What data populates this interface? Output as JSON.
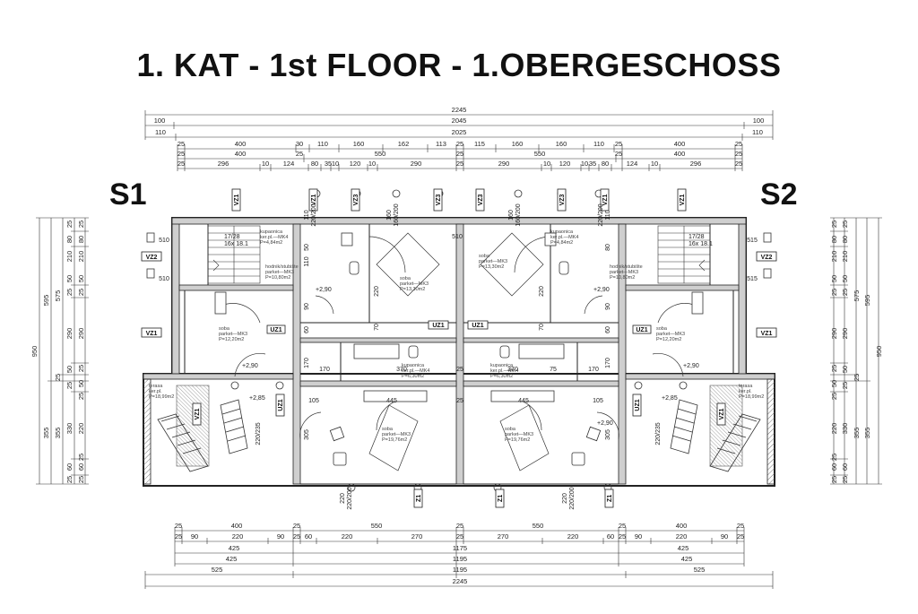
{
  "title": "1. KAT   -  1st FLOOR   -  1.OBERGESCHOSS",
  "units": [
    "S1",
    "S2"
  ],
  "top_dimensions": {
    "row1": [
      "2245"
    ],
    "row2": [
      "100",
      "2045",
      "100"
    ],
    "row3": [
      "110",
      "2025",
      "110"
    ],
    "row4": [
      "25",
      "400",
      "30",
      "110",
      "160",
      "162",
      "113",
      "25",
      "115",
      "160",
      "160",
      "110",
      "25",
      "400",
      "25"
    ],
    "row5": [
      "25",
      "400",
      "25",
      "550",
      "25",
      "550",
      "25",
      "400",
      "25"
    ],
    "row6": [
      "25",
      "296",
      "10",
      "124",
      "80",
      "35",
      "10",
      "120",
      "10",
      "290",
      "25",
      "290",
      "10",
      "120",
      "10",
      "35",
      "80",
      "124",
      "10",
      "296",
      "25"
    ]
  },
  "bottom_dimensions": {
    "row1": [
      "25",
      "400",
      "25",
      "550",
      "25",
      "550",
      "25",
      "400",
      "25"
    ],
    "row2": [
      "25",
      "90",
      "220",
      "90",
      "25",
      "60",
      "220",
      "270",
      "25",
      "270",
      "220",
      "60",
      "25",
      "90",
      "220",
      "90",
      "25"
    ],
    "row3": [
      "425",
      "1175",
      "425"
    ],
    "row4": [
      "425",
      "1195",
      "425"
    ],
    "row5": [
      "525",
      "1195",
      "525"
    ],
    "row6": [
      "2245"
    ]
  },
  "left_dimensions": {
    "outer": "950",
    "col2": [
      "595",
      "355"
    ],
    "col3": [
      "575",
      "25",
      "355"
    ],
    "col4": [
      "25",
      "80",
      "210",
      "50",
      "25",
      "290",
      "50",
      "25",
      "330",
      "60",
      "25"
    ],
    "col5": [
      "25",
      "80",
      "210",
      "50",
      "25",
      "290",
      "25",
      "50",
      "25",
      "220",
      "25",
      "60",
      "25"
    ]
  },
  "right_dimensions": {
    "outer": "950",
    "col2": [
      "595",
      "355"
    ],
    "col3": [
      "575",
      "25",
      "355"
    ],
    "col4": [
      "25",
      "80",
      "210",
      "50",
      "25",
      "290",
      "50",
      "25",
      "330",
      "60",
      "25"
    ],
    "col5": [
      "25",
      "80",
      "210",
      "50",
      "25",
      "290",
      "25",
      "50",
      "25",
      "220",
      "25",
      "60",
      "25"
    ]
  },
  "rooms": {
    "s1_kupaonica_top": [
      "kupaonica",
      "ker.pl.—MK4",
      "P=4,84m2"
    ],
    "s1_hodnik": [
      "hodnik/stubište",
      "parket—MK3",
      "P=10,80m2"
    ],
    "s1_soba_center": [
      "soba",
      "parket—MK3",
      "P=13,30m2"
    ],
    "s1_soba_left": [
      "soba",
      "parket—MK3",
      "P=12,20m2"
    ],
    "s1_kupaonica_mid": [
      "kupaonica",
      "ker.pl.—MK4",
      "P=6,30m2"
    ],
    "s1_soba_bottom": [
      "soba",
      "parket—MK3",
      "P=19,76m2"
    ],
    "s1_terasa": [
      "terasa",
      "ker.pl.",
      "P=18,99m2"
    ],
    "s2_kupaonica_top": [
      "kupaonica",
      "ker.pl.—MK4",
      "P=4,84m2"
    ],
    "s2_hodnik": [
      "hodnik/stubište",
      "parket—MK3",
      "P=10,80m2"
    ],
    "s2_soba_center": [
      "soba",
      "parket—MK3",
      "P=13,30m2"
    ],
    "s2_soba_right": [
      "soba",
      "parket—MK3",
      "P=12,20m2"
    ],
    "s2_kupaonica_mid": [
      "kupaonica",
      "ker.pl.—MK4",
      "P=6,30m2"
    ],
    "s2_soba_bottom": [
      "soba",
      "parket—MK3",
      "P=19,76m2"
    ],
    "s2_terasa": [
      "terasa",
      "ker.pl.",
      "P=18,99m2"
    ]
  },
  "markers": {
    "vz1": "VZ1",
    "vz2": "VZ2",
    "vz3": "VZ3",
    "uz1": "UZ1",
    "z1": "Z1",
    "elev_290": "+2,90",
    "elev_285": "+2,85",
    "stairs": "17/28",
    "stairs_count": "16x 18.1"
  },
  "interior_dims": {
    "d445": "445",
    "d370": "370",
    "d170": "170",
    "d105": "105",
    "d25": "25",
    "d75": "75",
    "d90": "90",
    "d70": "70",
    "d60": "60",
    "d50": "50",
    "d305": "305",
    "d110": "110",
    "d220": "220",
    "d220_200": "220/200",
    "d160": "160",
    "d160_200": "160/200",
    "d510": "510",
    "d515": "515",
    "d220_235": "220/235",
    "d80": "80"
  }
}
